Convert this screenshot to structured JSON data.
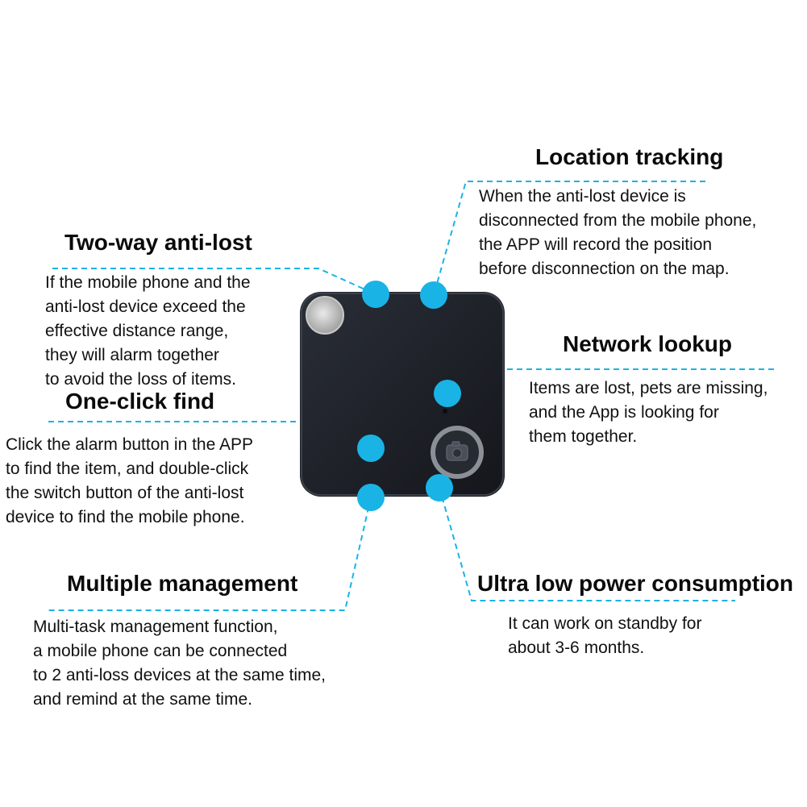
{
  "colors": {
    "accent": "#1ab3e6",
    "device_body": "#1c1f26",
    "text": "#111111"
  },
  "features": {
    "two_way_anti_lost": {
      "title": "Two-way anti-lost",
      "lines": [
        "If the mobile phone and the",
        "anti-lost device exceed the",
        "effective distance range,",
        "they will alarm together",
        "to avoid the loss of items."
      ]
    },
    "location_tracking": {
      "title": "Location tracking",
      "lines": [
        "When the anti-lost device is",
        "disconnected from the mobile phone,",
        "the APP will record the position",
        "before disconnection on the map."
      ]
    },
    "network_lookup": {
      "title": "Network lookup",
      "lines": [
        "Items are lost, pets are missing,",
        "and the App is looking for",
        "them together."
      ]
    },
    "one_click_find": {
      "title": "One-click find",
      "lines": [
        "Click the alarm button in the APP",
        "to find the item, and double-click",
        "the switch button of the anti-lost",
        "device to find the mobile phone."
      ]
    },
    "multiple_management": {
      "title": "Multiple management",
      "lines": [
        "Multi-task management function,",
        "a mobile phone can be connected",
        "to 2 anti-loss devices at the same time,",
        "and remind at the same time."
      ]
    },
    "ultra_low_power": {
      "title": "Ultra low power consumption",
      "lines": [
        "It can work on standby for",
        "about 3-6 months."
      ]
    }
  }
}
